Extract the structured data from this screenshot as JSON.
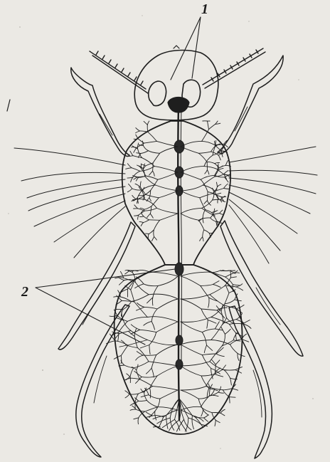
{
  "figure": {
    "callouts": [
      {
        "id": "1",
        "text": "1"
      },
      {
        "id": "2",
        "text": "2"
      }
    ],
    "colors": {
      "paper": "#ebe9e4",
      "ink": "#1e1e1e"
    }
  }
}
